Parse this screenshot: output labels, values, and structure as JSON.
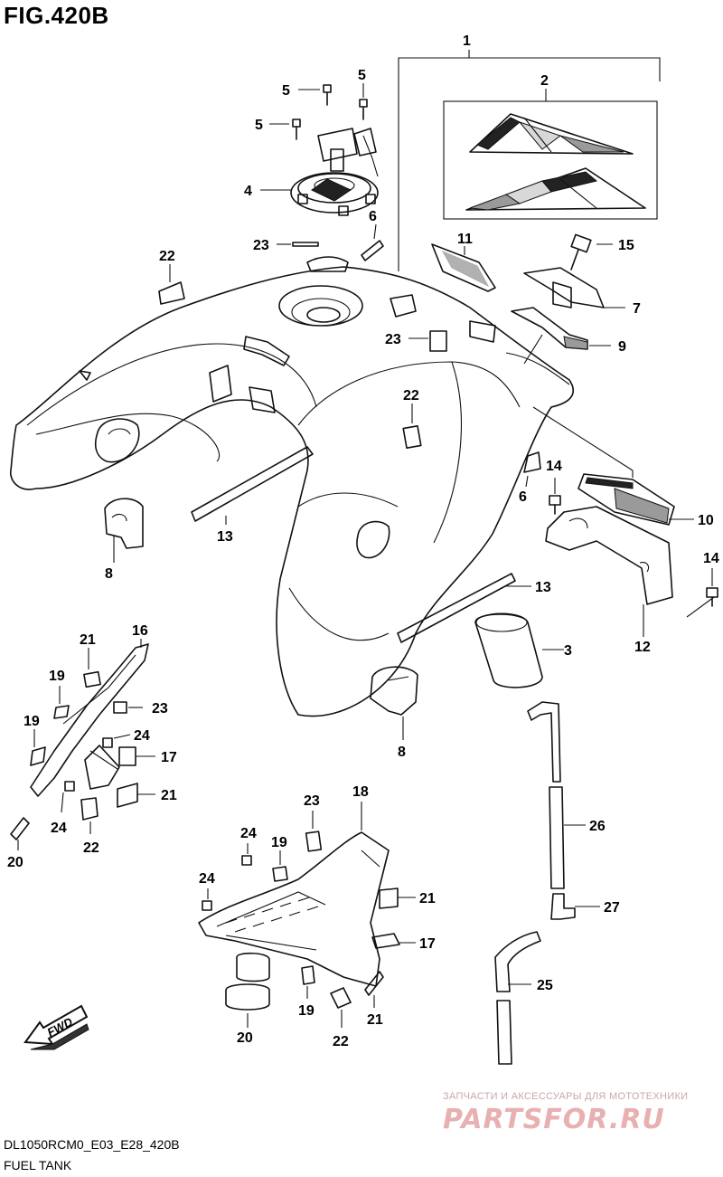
{
  "figure": {
    "title": "FIG.420B",
    "code": "DL1050RCM0_E03_E28_420B",
    "name": "FUEL TANK"
  },
  "watermark": {
    "caption": "ЗАПЧАСТИ И АКСЕССУАРЫ ДЛЯ МОТОТЕХНИКИ",
    "logo": "PARTSFOR.RU"
  },
  "direction_badge": "FWD",
  "callouts": {
    "c1": "1",
    "c2": "2",
    "c3": "3",
    "c4": "4",
    "c5a": "5",
    "c5b": "5",
    "c5c": "5",
    "c6a": "6",
    "c6b": "6",
    "c7": "7",
    "c8a": "8",
    "c8b": "8",
    "c9": "9",
    "c10": "10",
    "c11": "11",
    "c12": "12",
    "c13a": "13",
    "c13b": "13",
    "c14a": "14",
    "c14b": "14",
    "c15": "15",
    "c16": "16",
    "c17a": "17",
    "c17b": "17",
    "c18": "18",
    "c19a": "19",
    "c19b": "19",
    "c19c": "19",
    "c19d": "19",
    "c20a": "20",
    "c20b": "20",
    "c21a": "21",
    "c21b": "21",
    "c21c": "21",
    "c21d": "21",
    "c22a": "22",
    "c22b": "22",
    "c22c": "22",
    "c22d": "22",
    "c23a": "23",
    "c23b": "23",
    "c23c": "23",
    "c23d": "23",
    "c24a": "24",
    "c24b": "24",
    "c24c": "24",
    "c24d": "24",
    "c25": "25",
    "c26": "26",
    "c27": "27"
  }
}
